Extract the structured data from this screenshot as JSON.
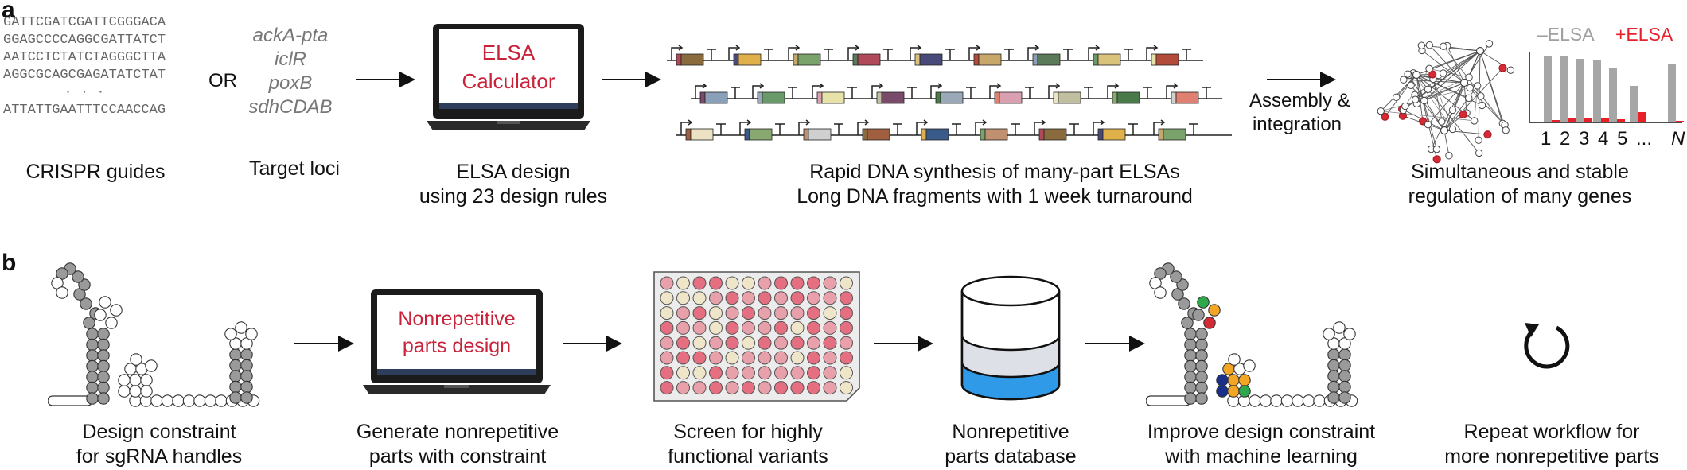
{
  "panel_a": {
    "label": "a",
    "guides": [
      "GATTCGATCGATTCGGGACA",
      "GGAGCCCCAGGCGATTATCT",
      "AATCCTCTATCTAGGGCTTA",
      "AGGCGCAGCGAGATATCTAT",
      "· · ·",
      "ATTATTGAATTTCCAACCAG"
    ],
    "or_label": "OR",
    "genes": [
      "ackA-pta",
      "iclR",
      "poxB",
      "sdhCDAB"
    ],
    "laptop_screen": [
      "ELSA",
      "Calculator"
    ],
    "assembly_label": [
      "Assembly &",
      "integration"
    ],
    "legend_minus": "–ELSA",
    "legend_plus": "+ELSA",
    "bar_ticks": [
      "1",
      "2",
      "3",
      "4",
      "5",
      "...",
      "N"
    ],
    "captions": {
      "guides": [
        "CRISPR guides"
      ],
      "loci": [
        "Target loci"
      ],
      "design": [
        "ELSA design",
        "using 23 design rules"
      ],
      "synthesis": [
        "Rapid DNA synthesis of many-part ELSAs",
        "Long DNA fragments with 1 week turnaround"
      ],
      "regulation": [
        "Simultaneous and stable",
        "regulation of many genes"
      ]
    },
    "colors": {
      "minus_elsa": "#a6a6a6",
      "plus_elsa": "#e8202a",
      "accent_red": "#c8233a"
    }
  },
  "panel_b": {
    "label": "b",
    "laptop_screen": [
      "Nonrepetitive",
      "parts design"
    ],
    "captions": {
      "constraint": [
        "Design constraint",
        "for sgRNA handles"
      ],
      "generate": [
        "Generate nonrepetitive",
        "parts with constraint"
      ],
      "screen": [
        "Screen for highly",
        "functional variants"
      ],
      "database": [
        "Nonrepetitive",
        "parts database"
      ],
      "improve": [
        "Improve design constraint",
        "with machine learning"
      ],
      "repeat": [
        "Repeat workflow for",
        "more nonrepetitive parts"
      ]
    },
    "colors": {
      "db_fill": "#2f9ae8",
      "db_mid": "#dde0e7"
    }
  }
}
